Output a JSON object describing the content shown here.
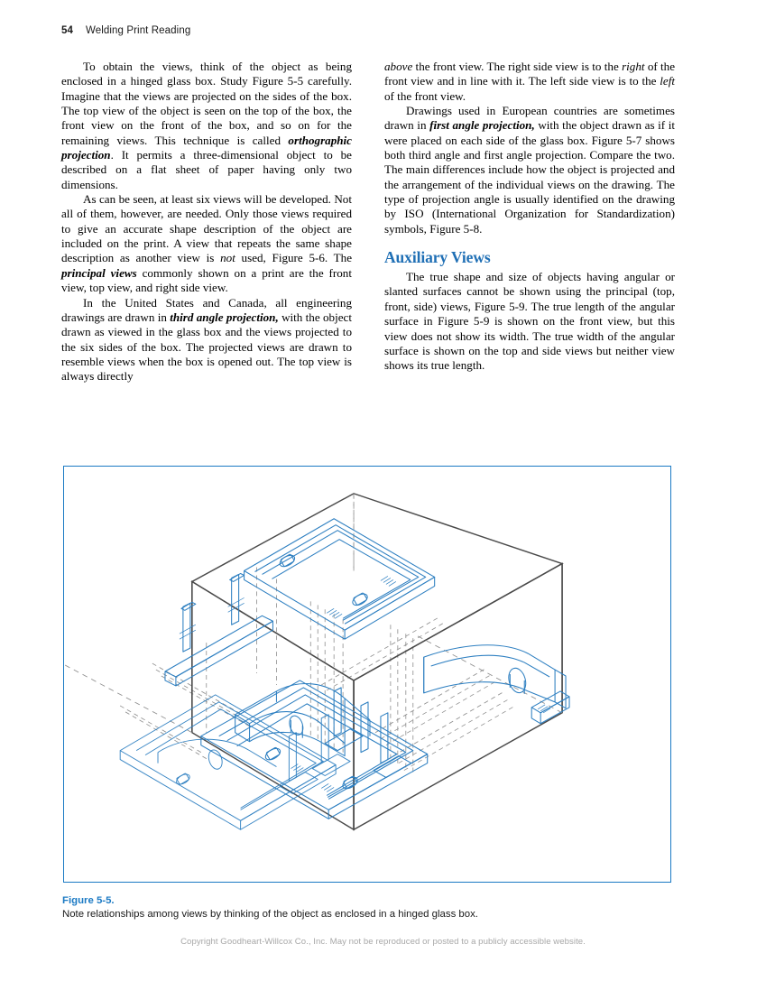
{
  "running_head": {
    "page_number": "54",
    "book_title": "Welding Print Reading"
  },
  "left_column": {
    "paragraphs": [
      {
        "id": "p1",
        "runs": [
          {
            "t": "To obtain the views, think of the object as being enclosed in a hinged glass box. Study Figure 5-5 carefully. Imagine that the views are projected on the sides of the box. The top view of the object is seen on the top of the box, the front view on the front of the box, and so on for the remaining views. This technique is called ",
            "s": "normal"
          },
          {
            "t": "orthographic projection",
            "s": "bold-italic"
          },
          {
            "t": ". It permits a three-dimensional object to be described on a flat sheet of paper having only two dimensions.",
            "s": "normal"
          }
        ]
      },
      {
        "id": "p2",
        "runs": [
          {
            "t": "As can be seen, at least six views will be developed. Not all of them, however, are needed. Only those views required to give an accurate shape description of the object are included on the print. A view that repeats the same shape description as another view is ",
            "s": "normal"
          },
          {
            "t": "not",
            "s": "italic"
          },
          {
            "t": " used, Figure 5-6. The ",
            "s": "normal"
          },
          {
            "t": "principal views",
            "s": "bold-italic"
          },
          {
            "t": " commonly shown on a print are the front view, top view, and right side view.",
            "s": "normal"
          }
        ]
      },
      {
        "id": "p3",
        "runs": [
          {
            "t": "In the United States and Canada, all engineering drawings are drawn in ",
            "s": "normal"
          },
          {
            "t": "third angle projection,",
            "s": "bold-italic"
          },
          {
            "t": " with the object drawn as viewed in the glass box and the views projected to the six sides of the box. The projected views are drawn to resemble views when the box is opened out. The top view is always directly",
            "s": "normal"
          }
        ]
      }
    ]
  },
  "right_column": {
    "paragraphs": [
      {
        "id": "p4",
        "runs": [
          {
            "t": "above",
            "s": "italic"
          },
          {
            "t": " the front view. The right side view is to the ",
            "s": "normal"
          },
          {
            "t": "right",
            "s": "italic"
          },
          {
            "t": " of the front view and in line with it. The left side view is to the ",
            "s": "normal"
          },
          {
            "t": "left",
            "s": "italic"
          },
          {
            "t": " of the front view.",
            "s": "normal"
          }
        ]
      },
      {
        "id": "p5",
        "runs": [
          {
            "t": "Drawings used in European countries are sometimes drawn in ",
            "s": "normal"
          },
          {
            "t": "first angle projection,",
            "s": "bold-italic"
          },
          {
            "t": " with the object drawn as if it were placed on each side of the glass box. Figure 5-7 shows both third angle and first angle projection. Compare the two. The main differences include how the object is projected and the arrangement of the individual views on the drawing. The type of projection angle is usually identified on the drawing by ISO (International Organization for Standardization) symbols, Figure 5-8.",
            "s": "normal"
          }
        ]
      }
    ],
    "section_heading": "Auxiliary Views",
    "section_paragraphs": [
      {
        "id": "p6",
        "runs": [
          {
            "t": "The true shape and size of objects having angular or slanted surfaces cannot be shown using the principal (top, front, side) views, Figure 5-9. The true length of the angular surface in Figure 5-9 is shown on the front view, but this view does not show its width. The true width of the angular surface is shown on the top and side views but neither view shows its true length.",
            "s": "normal"
          }
        ]
      }
    ]
  },
  "figure": {
    "caption_title": "Figure 5-5.",
    "caption_text": "Note relationships among views by thinking of the object as enclosed in a hinged glass box.",
    "colors": {
      "frame_border": "#1b7ac4",
      "object_line": "#2d7fc1",
      "box_line": "#4a4a4a",
      "projection_line": "#8c8c8c"
    },
    "alt": "Isometric illustration of a part suspended inside a transparent hinged glass box, with top, front and right-side views projected onto the interior faces of the box by dashed projection lines."
  },
  "footer": {
    "copyright": "Copyright Goodheart-Willcox Co., Inc. May not be reproduced or posted to a publicly accessible website."
  }
}
